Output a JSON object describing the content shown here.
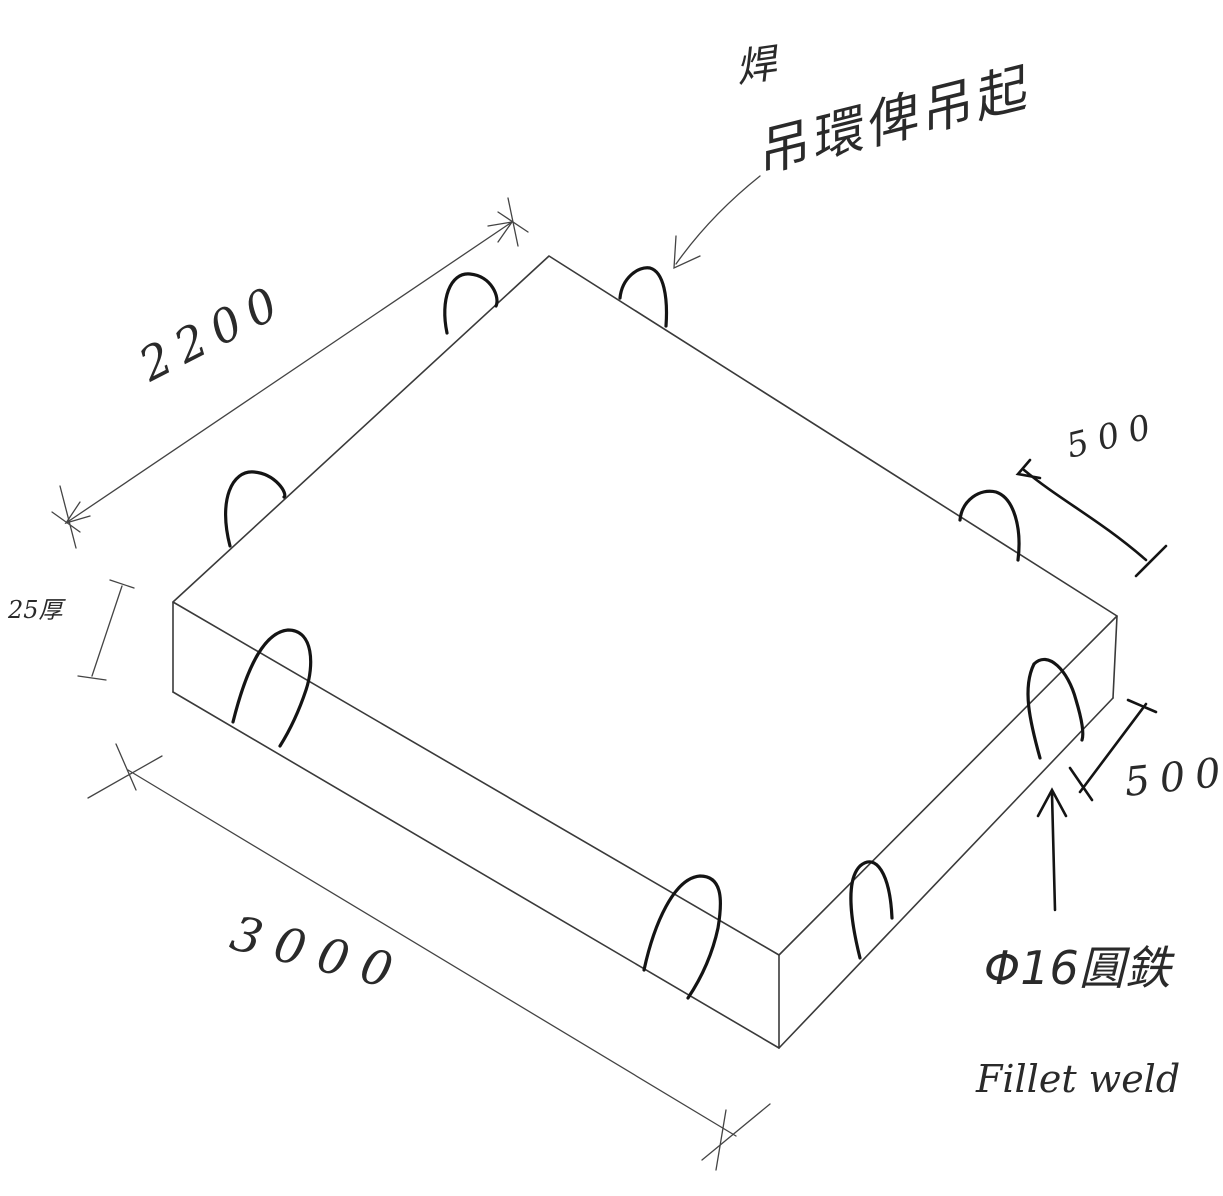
{
  "annotation_top_line1": "焊",
  "annotation_top_line2": "吊環俾吊起",
  "dim_width": "2200",
  "dim_length": "3000",
  "dim_thickness": "25厚",
  "dim_spacing_top": "500",
  "dim_spacing_bottom": "500",
  "material_label": "Φ16圓鉄",
  "weld_label": "Fillet weld"
}
